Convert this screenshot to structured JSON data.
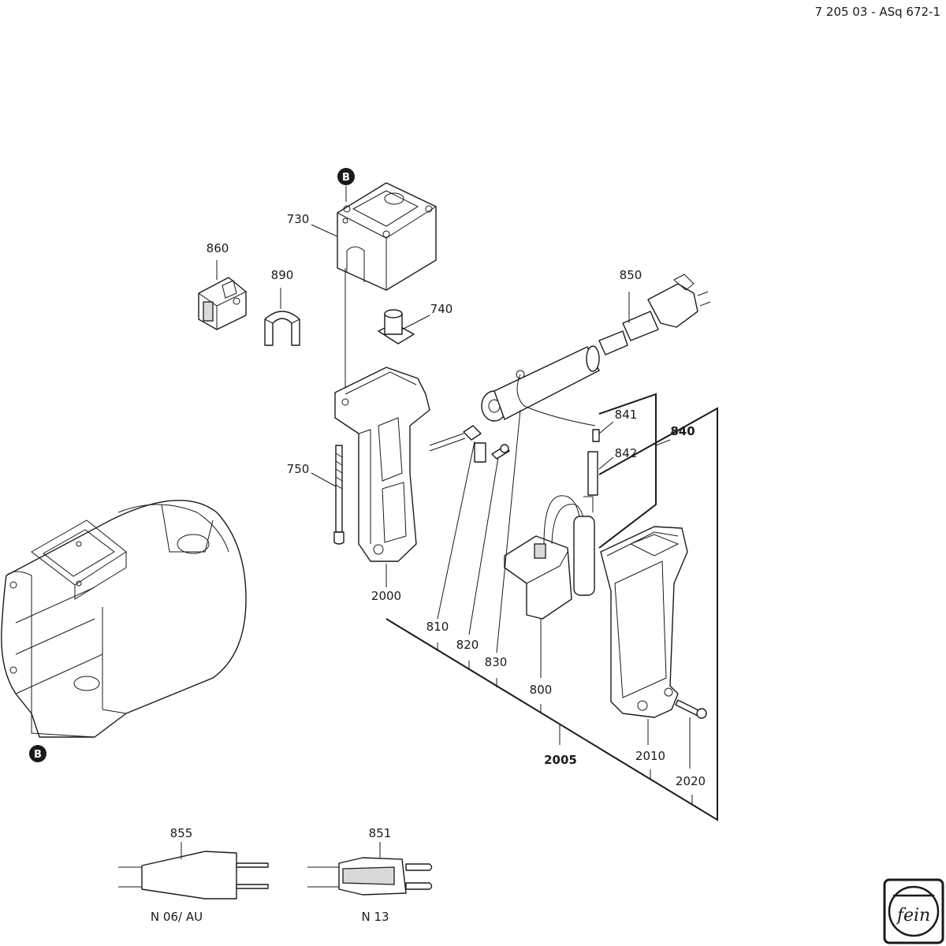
{
  "doc_ref": "7 205 03 - ASq 672-1",
  "marker_letter": "B",
  "labels": {
    "p730": "730",
    "p740": "740",
    "p750": "750",
    "p800": "800",
    "p810": "810",
    "p820": "820",
    "p830": "830",
    "p840": "840",
    "p841": "841",
    "p842": "842",
    "p850": "850",
    "p851": "851",
    "p855": "855",
    "p860": "860",
    "p890": "890",
    "p2000": "2000",
    "p2005": "2005",
    "p2010": "2010",
    "p2020": "2020"
  },
  "variants": {
    "v855": "N 06/ AU",
    "v851": "N 13"
  },
  "logo_text": "fein"
}
